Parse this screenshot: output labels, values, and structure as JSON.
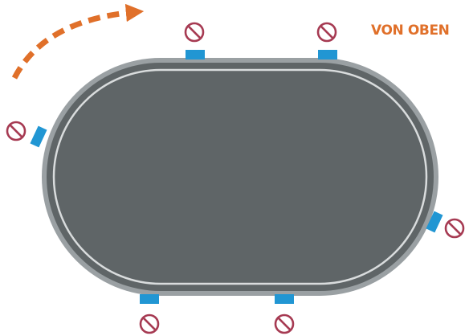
{
  "view_label": "VON OBEN",
  "colors": {
    "accent": "#E0702A",
    "track": "#5F6567",
    "track_rim": "#9AA0A3",
    "track_line": "#D9DCDD",
    "sensor": "#2196D3",
    "no_symbol": "#A63A52"
  },
  "track": {
    "shape": "stadium",
    "markers": [
      {
        "id": "top-left",
        "icon": "no-entry-icon"
      },
      {
        "id": "top-right",
        "icon": "no-entry-icon"
      },
      {
        "id": "left",
        "icon": "no-entry-icon"
      },
      {
        "id": "right",
        "icon": "no-entry-icon"
      },
      {
        "id": "bottom-left",
        "icon": "no-entry-icon"
      },
      {
        "id": "bottom-right",
        "icon": "no-entry-icon"
      }
    ]
  },
  "direction_arrow": {
    "icon": "dashed-curved-arrow-icon",
    "direction": "clockwise"
  }
}
